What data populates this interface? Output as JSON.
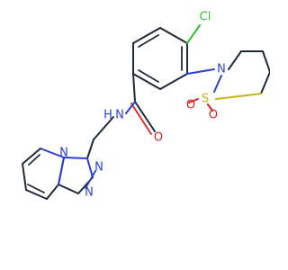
{
  "molecule": {
    "atom_labels": {
      "cl": "Cl",
      "n_amide": "N",
      "h_amide": "H",
      "o_amide": "O",
      "n_thiazinane": "N",
      "s": "S",
      "o_s1": "O",
      "o_s2": "O",
      "n_bridge": "N",
      "n_ring_a": "N",
      "n_ring_b": "N"
    },
    "colors": {
      "carbon": "#1f2a38",
      "nitrogen": "#2b3fd3",
      "oxygen": "#e0201e",
      "sulfur": "#c6b414",
      "chlorine": "#2fbf2f"
    }
  }
}
